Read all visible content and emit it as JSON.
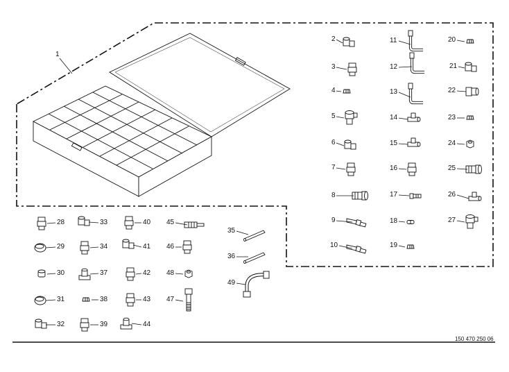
{
  "drawing": {
    "assembly_label": "1",
    "document_number": "150 470 250 06",
    "parts": [
      {
        "no": "2",
        "icon": "elbow-fitting-icon"
      },
      {
        "no": "3",
        "icon": "straight-union-icon"
      },
      {
        "no": "4",
        "icon": "small-nut-icon"
      },
      {
        "no": "5",
        "icon": "swivel-elbow-icon"
      },
      {
        "no": "6",
        "icon": "elbow-fitting-icon"
      },
      {
        "no": "7",
        "icon": "straight-union-icon"
      },
      {
        "no": "8",
        "icon": "hose-coupler-icon"
      },
      {
        "no": "9",
        "icon": "hose-nipple-icon"
      },
      {
        "no": "10",
        "icon": "hose-nipple-icon"
      },
      {
        "no": "11",
        "icon": "bent-tube-icon"
      },
      {
        "no": "12",
        "icon": "bent-tube-icon"
      },
      {
        "no": "13",
        "icon": "bent-tube-icon"
      },
      {
        "no": "14",
        "icon": "tee-fitting-icon"
      },
      {
        "no": "15",
        "icon": "tee-fitting-icon"
      },
      {
        "no": "16",
        "icon": "straight-union-icon"
      },
      {
        "no": "17",
        "icon": "bolt-fitting-icon"
      },
      {
        "no": "18",
        "icon": "sleeve-icon"
      },
      {
        "no": "19",
        "icon": "small-nut-icon"
      },
      {
        "no": "20",
        "icon": "small-nut-icon"
      },
      {
        "no": "21",
        "icon": "elbow-fitting-icon"
      },
      {
        "no": "22",
        "icon": "coupler-icon"
      },
      {
        "no": "23",
        "icon": "small-nut-icon"
      },
      {
        "no": "24",
        "icon": "hex-nut-icon"
      },
      {
        "no": "25",
        "icon": "hose-coupler-icon"
      },
      {
        "no": "26",
        "icon": "tee-fitting-icon"
      },
      {
        "no": "27",
        "icon": "swivel-elbow-icon"
      },
      {
        "no": "28",
        "icon": "straight-union-icon"
      },
      {
        "no": "29",
        "icon": "cap-icon"
      },
      {
        "no": "30",
        "icon": "plug-icon"
      },
      {
        "no": "31",
        "icon": "cap-icon"
      },
      {
        "no": "32",
        "icon": "elbow-fitting-icon"
      },
      {
        "no": "33",
        "icon": "elbow-fitting-icon"
      },
      {
        "no": "34",
        "icon": "straight-union-icon"
      },
      {
        "no": "35",
        "icon": "rod-icon"
      },
      {
        "no": "36",
        "icon": "rod-icon"
      },
      {
        "no": "37",
        "icon": "bracket-fitting-icon"
      },
      {
        "no": "38",
        "icon": "small-nut-icon"
      },
      {
        "no": "39",
        "icon": "straight-union-icon"
      },
      {
        "no": "40",
        "icon": "straight-union-icon"
      },
      {
        "no": "41",
        "icon": "elbow-fitting-icon"
      },
      {
        "no": "42",
        "icon": "straight-union-icon"
      },
      {
        "no": "43",
        "icon": "straight-union-icon"
      },
      {
        "no": "44",
        "icon": "bracket-fitting-icon"
      },
      {
        "no": "45",
        "icon": "valve-icon"
      },
      {
        "no": "46",
        "icon": "straight-union-icon"
      },
      {
        "no": "47",
        "icon": "bolt-fitting-icon"
      },
      {
        "no": "48",
        "icon": "hex-nut-icon"
      },
      {
        "no": "49",
        "icon": "bent-tube-icon"
      }
    ]
  }
}
